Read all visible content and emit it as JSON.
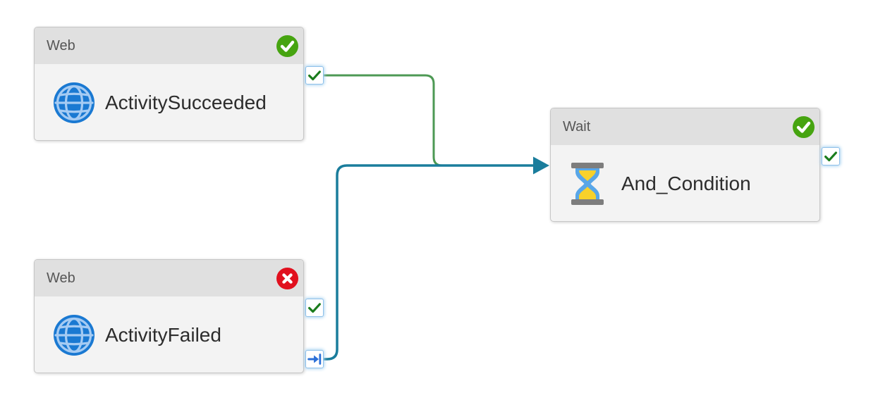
{
  "diagram": {
    "background": "#ffffff",
    "nodes": [
      {
        "type_label": "Web",
        "name": "ActivitySucceeded",
        "icon": "globe-icon",
        "status": "succeeded",
        "status_icon": "check-badge",
        "ports_visible": [
          "success"
        ]
      },
      {
        "type_label": "Web",
        "name": "ActivityFailed",
        "icon": "globe-icon",
        "status": "failed",
        "status_icon": "x-badge",
        "ports_visible": [
          "success",
          "completion"
        ]
      },
      {
        "type_label": "Wait",
        "name": "And_Condition",
        "icon": "hourglass-icon",
        "status": "succeeded",
        "status_icon": "check-badge",
        "ports_visible": [
          "success"
        ]
      }
    ],
    "edges": [
      {
        "from": "ActivitySucceeded",
        "from_port": "success",
        "to": "And_Condition",
        "color": "#4d9954"
      },
      {
        "from": "ActivityFailed",
        "from_port": "completion",
        "to": "And_Condition",
        "color": "#1a7d9c"
      }
    ],
    "colors": {
      "success_badge": "#46a410",
      "failure_badge": "#e1101e",
      "success_edge": "#4d9954",
      "completion_edge": "#1a7d9c",
      "node_header_bg": "#e0e0e0",
      "node_body_bg": "#f3f3f3",
      "port_border": "#8fc0ea",
      "port_check": "#1a7c1c",
      "port_arrow": "#2b70d8",
      "globe_blue": "#1a79d2",
      "hourglass_sand": "#f8d12b"
    }
  }
}
